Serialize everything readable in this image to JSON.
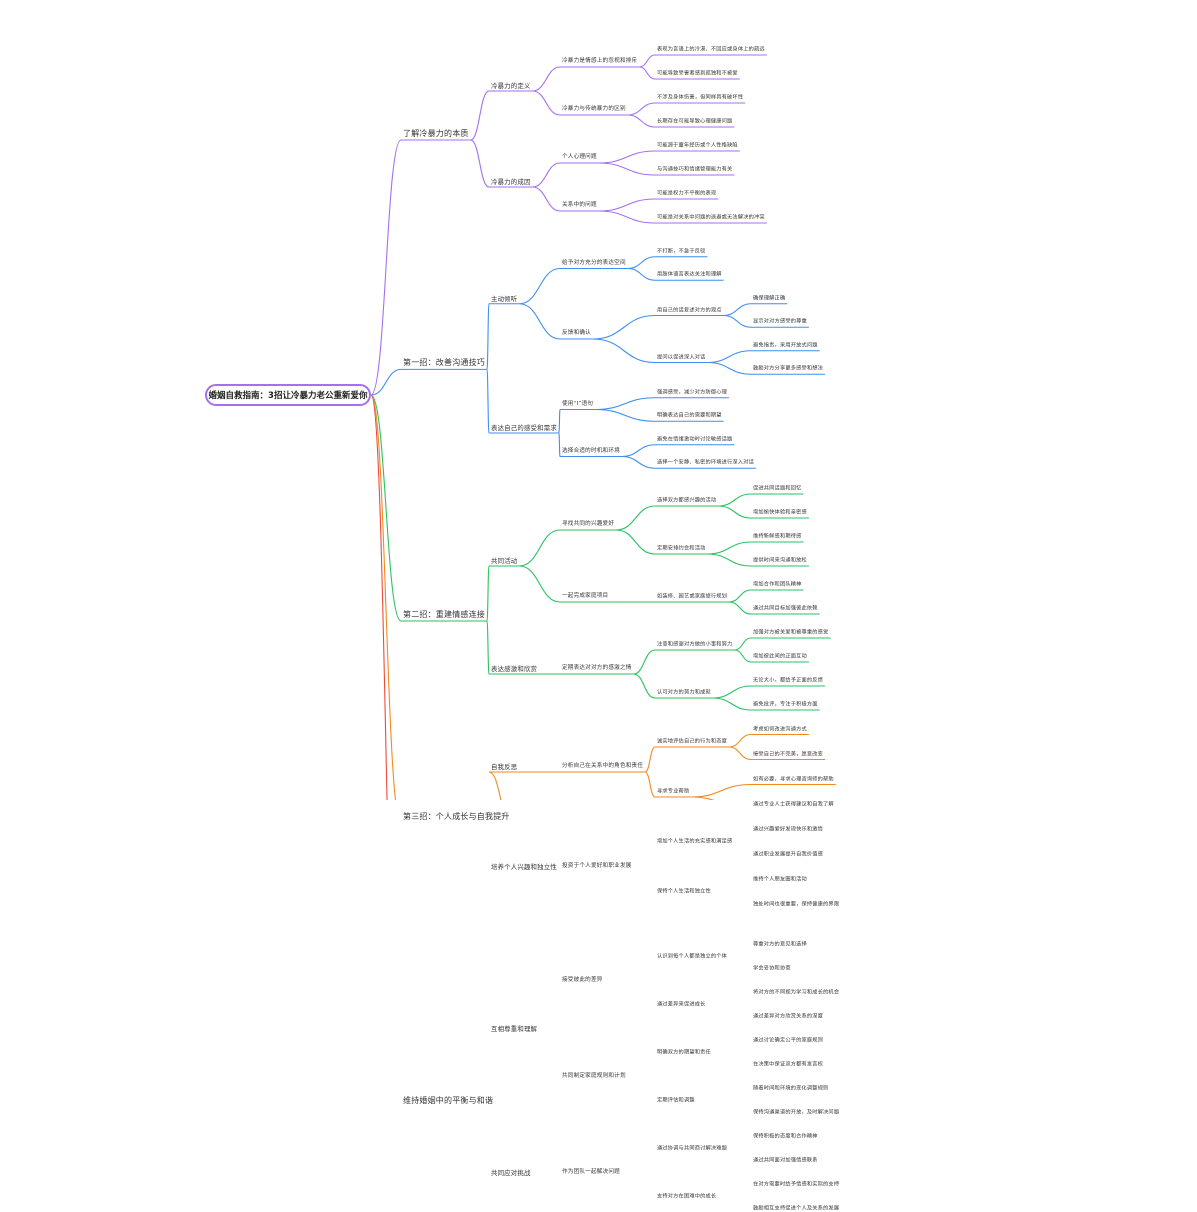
{
  "root": {
    "title": "婚姻自救指南：3招让冷暴力老公重新爱你"
  },
  "colors": [
    "#a56ff0",
    "#3e8ff0",
    "#29c260",
    "#f28a1d",
    "#ee4a3b"
  ],
  "branches": [
    {
      "label": "了解冷暴力的本质",
      "children": [
        {
          "label": "冷暴力的定义",
          "children": [
            {
              "label": "冷暴力是情感上的忽视和排斥",
              "children": [
                {
                  "label": "表现为言语上的冷漠、不回应或身体上的疏远"
                },
                {
                  "label": "可能导致受害者感到孤独和不被爱"
                }
              ]
            },
            {
              "label": "冷暴力与传统暴力的区别",
              "children": [
                {
                  "label": "不涉及身体伤害，但同样具有破坏性"
                },
                {
                  "label": "长期存在可能导致心理健康问题"
                }
              ]
            }
          ]
        },
        {
          "label": "冷暴力的成因",
          "children": [
            {
              "label": "个人心理问题",
              "children": [
                {
                  "label": "可能源于童年经历或个人性格缺陷"
                },
                {
                  "label": "与沟通技巧和情绪管理能力有关"
                }
              ]
            },
            {
              "label": "关系中的问题",
              "children": [
                {
                  "label": "可能是权力不平衡的表现"
                },
                {
                  "label": "可能是对关系中问题的逃避或无法解决的冲突"
                }
              ]
            }
          ]
        }
      ]
    },
    {
      "label": "第一招：改善沟通技巧",
      "children": [
        {
          "label": "主动倾听",
          "children": [
            {
              "label": "给予对方充分的表达空间",
              "children": [
                {
                  "label": "不打断，不急于反驳"
                },
                {
                  "label": "用肢体语言表达关注和理解"
                }
              ]
            },
            {
              "label": "反馈和确认",
              "children": [
                {
                  "label": "用自己的话复述对方的观点",
                  "children": [
                    {
                      "label": "确保理解正确"
                    },
                    {
                      "label": "显示对对方感受的尊重"
                    }
                  ]
                },
                {
                  "label": "提问以促进深入对话",
                  "children": [
                    {
                      "label": "避免指责，采用开放式问题"
                    },
                    {
                      "label": "鼓励对方分享更多感受和想法"
                    }
                  ]
                }
              ]
            }
          ]
        },
        {
          "label": "表达自己的感受和需求",
          "children": [
            {
              "label": "使用“I”语句",
              "children": [
                {
                  "label": "强调感受，减少对方防御心理"
                },
                {
                  "label": "明确表达自己的需要和期望"
                }
              ]
            },
            {
              "label": "选择合适的时机和环境",
              "children": [
                {
                  "label": "避免在情绪激动时讨论敏感话题"
                },
                {
                  "label": "选择一个安静、私密的环境进行深入对话"
                }
              ]
            }
          ]
        }
      ]
    },
    {
      "label": "第二招：重建情感连接",
      "children": [
        {
          "label": "共同活动",
          "children": [
            {
              "label": "寻找共同的兴趣爱好",
              "children": [
                {
                  "label": "选择双方都感兴趣的活动",
                  "children": [
                    {
                      "label": "促进共同话题和回忆"
                    },
                    {
                      "label": "增加愉快体验和亲密感"
                    }
                  ]
                },
                {
                  "label": "定期安排约会和活动",
                  "children": [
                    {
                      "label": "维持新鲜感和期待感"
                    },
                    {
                      "label": "提供时间来沟通和放松"
                    }
                  ]
                }
              ]
            },
            {
              "label": "一起完成家庭项目",
              "children": [
                {
                  "label": "如装修、园艺或家庭旅行规划",
                  "children": [
                    {
                      "label": "增加合作和团队精神"
                    },
                    {
                      "label": "通过共同目标加强彼此依赖"
                    }
                  ]
                }
              ]
            }
          ]
        },
        {
          "label": "表达感激和欣赏",
          "children": [
            {
              "label": "定期表达对对方的感激之情",
              "children": [
                {
                  "label": "注意和感谢对方做的小事和努力",
                  "children": [
                    {
                      "label": "加强对方被关爱和被尊重的感觉"
                    },
                    {
                      "label": "增加彼此间的正面互动"
                    }
                  ]
                },
                {
                  "label": "认可对方的努力和成就",
                  "children": [
                    {
                      "label": "无论大小，都给予正面的反馈"
                    },
                    {
                      "label": "避免批评，专注于积极方面"
                    }
                  ]
                }
              ]
            }
          ]
        }
      ]
    },
    {
      "label": "第三招：个人成长与自我提升",
      "children": [
        {
          "label": "自我反思",
          "children": [
            {
              "label": "分析自己在关系中的角色和责任",
              "children": [
                {
                  "label": "诚实地评估自己的行为和态度",
                  "children": [
                    {
                      "label": "考虑如何改进沟通方式"
                    },
                    {
                      "label": "接受自己的不完美，愿意改变"
                    }
                  ]
                },
                {
                  "label": "寻求专业帮助",
                  "children": [
                    {
                      "label": "如有必要，寻求心理咨询师的帮助"
                    },
                    {
                      "label": "通过专业人士获得建议和自我了解"
                    }
                  ]
                }
              ]
            }
          ]
        },
        {
          "label": "培养个人兴趣和独立性",
          "children": [
            {
              "label": "投资于个人爱好和职业发展",
              "children": [
                {
                  "label": "增加个人生活的充实感和满足感",
                  "children": [
                    {
                      "label": "通过兴趣爱好发现快乐和激情"
                    },
                    {
                      "label": "通过职业发展提升自我价值感"
                    }
                  ]
                },
                {
                  "label": "保持个人生活和独立性",
                  "children": [
                    {
                      "label": "维持个人朋友圈和活动"
                    },
                    {
                      "label": "独处时间也很重要，保持健康的界限"
                    }
                  ]
                }
              ]
            }
          ]
        }
      ]
    },
    {
      "label": "维持婚姻中的平衡与和谐",
      "children": [
        {
          "label": "互相尊重和理解",
          "children": [
            {
              "label": "接受彼此的差异",
              "children": [
                {
                  "label": "认识到每个人都是独立的个体",
                  "children": [
                    {
                      "label": "尊重对方的意见和选择"
                    },
                    {
                      "label": "学会妥协和协商"
                    }
                  ]
                },
                {
                  "label": "通过差异来促进成长",
                  "children": [
                    {
                      "label": "将对方的不同视为学习和成长的机会"
                    },
                    {
                      "label": "通过差异对方欣赏关系的深度"
                    }
                  ]
                }
              ]
            },
            {
              "label": "共同制定家庭规则和计划",
              "children": [
                {
                  "label": "明确双方的期望和责任",
                  "children": [
                    {
                      "label": "通过讨论确定公平的家庭规则"
                    },
                    {
                      "label": "在决策中保证双方都有发言权"
                    }
                  ]
                },
                {
                  "label": "定期评估和调整",
                  "children": [
                    {
                      "label": "随着时间和环境的变化调整规则"
                    },
                    {
                      "label": "保持沟通渠道的开放，及时解决问题"
                    }
                  ]
                }
              ]
            }
          ]
        },
        {
          "label": "共同应对挑战",
          "children": [
            {
              "label": "作为团队一起解决问题",
              "children": [
                {
                  "label": "通过协调与共同商讨解决难题",
                  "children": [
                    {
                      "label": "保持积极的态度和合作精神"
                    },
                    {
                      "label": "通过共同面对加强情感联系"
                    }
                  ]
                },
                {
                  "label": "支持对方在困难中的成长",
                  "children": [
                    {
                      "label": "在对方需要时给予情感和实际的支持"
                    },
                    {
                      "label": "鼓励相互支持促进个人及关系的发展"
                    }
                  ]
                }
              ]
            }
          ]
        }
      ]
    }
  ]
}
